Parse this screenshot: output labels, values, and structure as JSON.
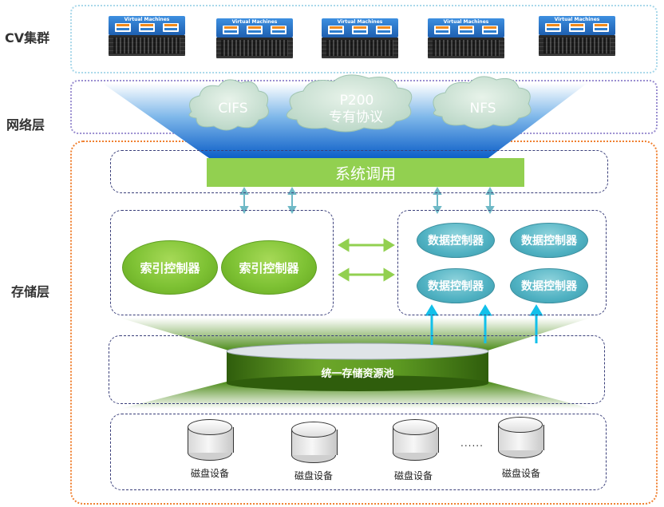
{
  "layers": {
    "cv": "CV集群",
    "network": "网络层",
    "storage": "存储层"
  },
  "vm_title": "Virtual Machines",
  "vm_count": 5,
  "protocols": {
    "cifs": "CIFS",
    "p200_line1": "P200",
    "p200_line2": "专有协议",
    "nfs": "NFS"
  },
  "system_call": "系统调用",
  "index_controllers": [
    "索引控制器",
    "索引控制器"
  ],
  "data_controllers": [
    "数据控制器",
    "数据控制器",
    "数据控制器",
    "数据控制器"
  ],
  "storage_pool": "统一存储资源池",
  "disks": [
    "磁盘设备",
    "磁盘设备",
    "磁盘设备",
    "磁盘设备"
  ],
  "ellipsis": "......",
  "colors": {
    "cv_border": "#a9d8ea",
    "network_border": "#9b8fd0",
    "storage_border": "#f08030",
    "system_call_bg": "#92d050",
    "network_blue": "#1e6fd0"
  }
}
